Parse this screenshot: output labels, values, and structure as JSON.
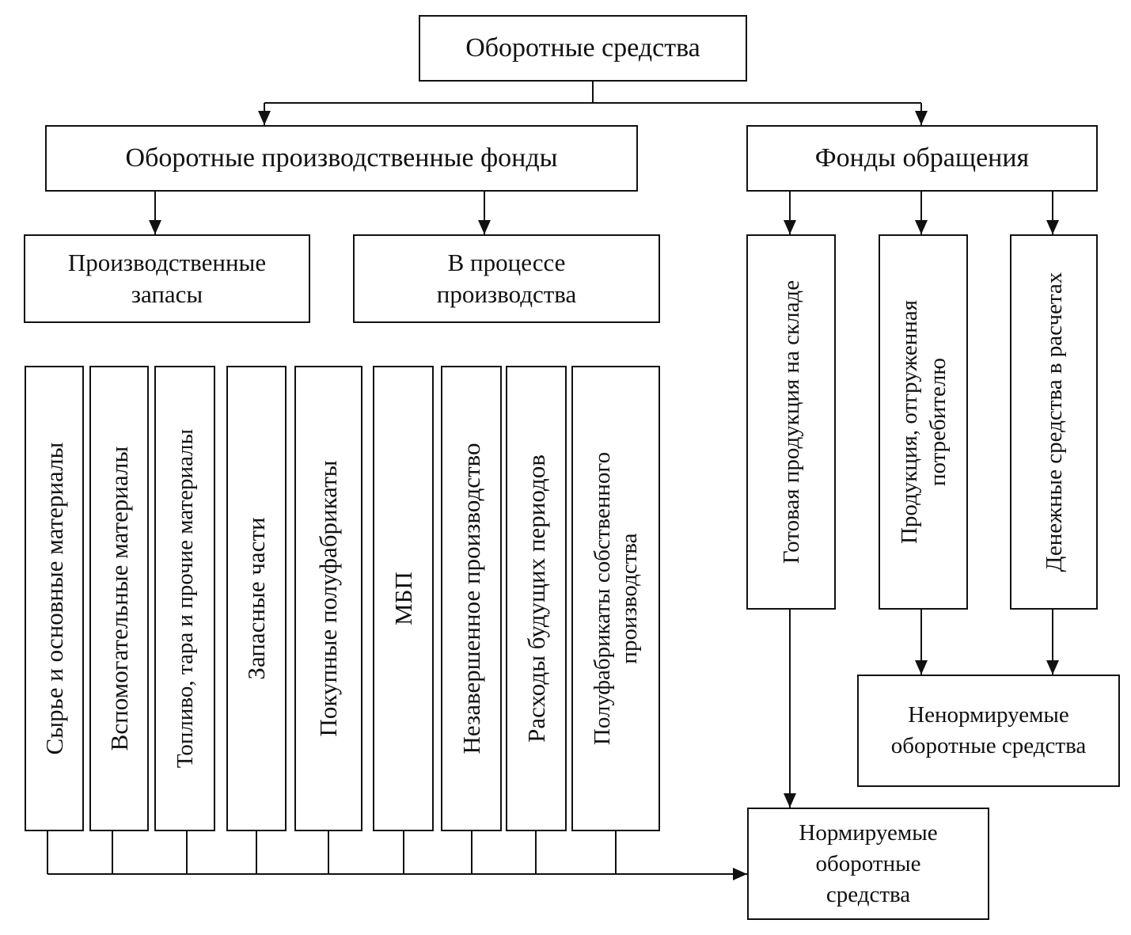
{
  "root": "Оборотные средства",
  "production_funds": "Оборотные производственные фонды",
  "circulation_funds": "Фонды обращения",
  "inventories": "Производственные запасы",
  "in_process": "В процессе производства",
  "inventory_items": [
    "Сырье и основные материалы",
    "Вспомогательные материалы",
    "Топливо, тара и прочие материалы",
    "Запасные части",
    "Покупные полуфабрикаты",
    "МБП"
  ],
  "process_items": [
    "Незавершенное производство",
    "Расходы будущих периодов",
    "Полуфабрикаты собственного производства"
  ],
  "circulation_items": [
    "Готовая продукция на складе",
    "Продукция, отгруженная потребителю",
    "Денежные средства в расчетах"
  ],
  "non_normalized": "Ненормируемые оборотные средства",
  "normalized": "Нормируемые оборотные средства"
}
